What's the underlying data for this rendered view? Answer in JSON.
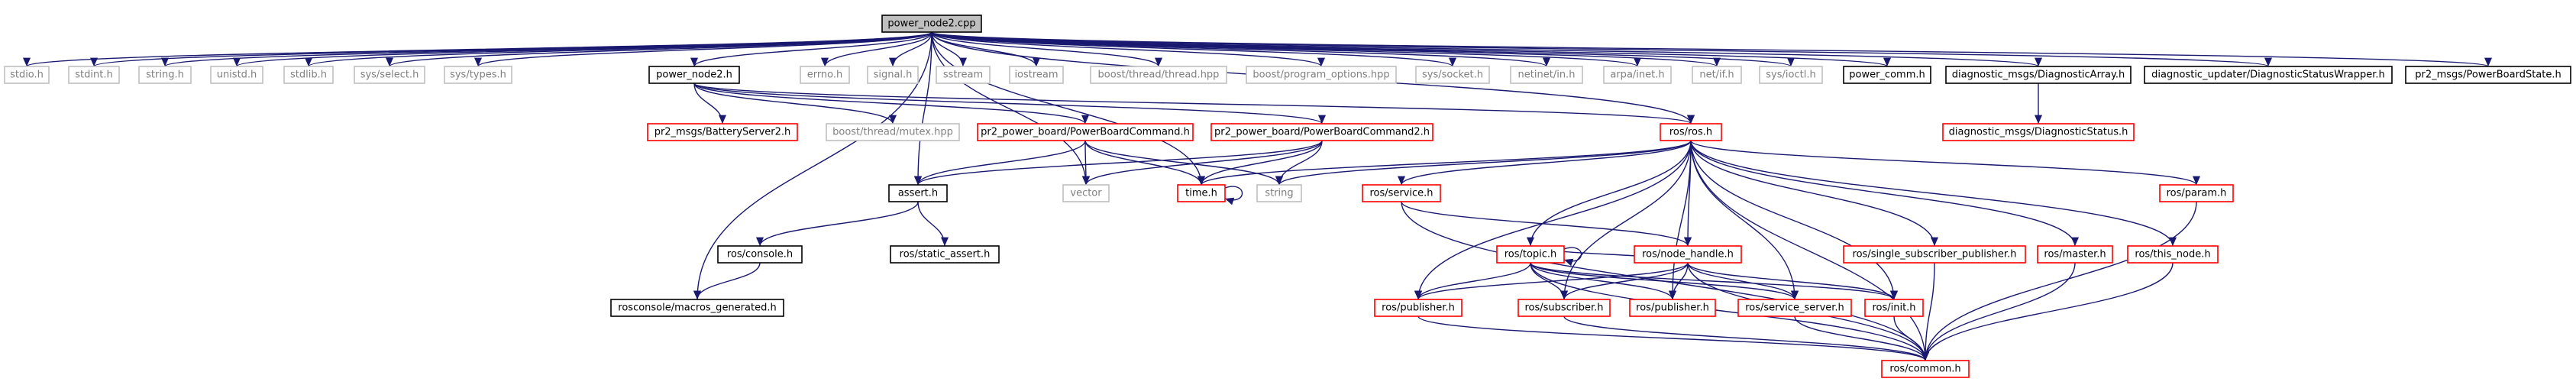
{
  "colors": {
    "edge": "#191970",
    "arrow": "#191970",
    "border_internal": "#000000",
    "border_external": "#bfbfbf",
    "border_docref": "#ff0000",
    "text_internal": "#000000",
    "text_external": "#808080",
    "fill_root": "#bfbfbf",
    "fill_default": "#ffffff"
  },
  "nodes": {
    "root": {
      "label": "power_node2.cpp",
      "kind": "root"
    },
    "stdio_h": {
      "label": "stdio.h",
      "kind": "external"
    },
    "stdint_h": {
      "label": "stdint.h",
      "kind": "external"
    },
    "string_h": {
      "label": "string.h",
      "kind": "external"
    },
    "unistd_h": {
      "label": "unistd.h",
      "kind": "external"
    },
    "stdlib_h": {
      "label": "stdlib.h",
      "kind": "external"
    },
    "sys_select_h": {
      "label": "sys/select.h",
      "kind": "external"
    },
    "sys_types_h": {
      "label": "sys/types.h",
      "kind": "external"
    },
    "power_node2_h": {
      "label": "power_node2.h",
      "kind": "internal"
    },
    "errno_h": {
      "label": "errno.h",
      "kind": "external"
    },
    "signal_h": {
      "label": "signal.h",
      "kind": "external"
    },
    "sstream": {
      "label": "sstream",
      "kind": "external"
    },
    "iostream": {
      "label": "iostream",
      "kind": "external"
    },
    "boost_thread_hpp": {
      "label": "boost/thread/thread.hpp",
      "kind": "external"
    },
    "boost_po_hpp": {
      "label": "boost/program_options.hpp",
      "kind": "external"
    },
    "sys_socket_h": {
      "label": "sys/socket.h",
      "kind": "external"
    },
    "netinet_in_h": {
      "label": "netinet/in.h",
      "kind": "external"
    },
    "arpa_inet_h": {
      "label": "arpa/inet.h",
      "kind": "external"
    },
    "net_if_h": {
      "label": "net/if.h",
      "kind": "external"
    },
    "sys_ioctl_h": {
      "label": "sys/ioctl.h",
      "kind": "external"
    },
    "power_comm_h": {
      "label": "power_comm.h",
      "kind": "internal"
    },
    "diag_array_h": {
      "label": "diagnostic_msgs/DiagnosticArray.h",
      "kind": "internal"
    },
    "diag_updater_h": {
      "label": "diagnostic_updater/DiagnosticStatusWrapper.h",
      "kind": "internal"
    },
    "pr2_pbs_h": {
      "label": "pr2_msgs/PowerBoardState.h",
      "kind": "internal"
    },
    "battery_server2_h": {
      "label": "pr2_msgs/BatteryServer2.h",
      "kind": "docref"
    },
    "boost_mutex_hpp": {
      "label": "boost/thread/mutex.hpp",
      "kind": "external"
    },
    "pbc_h": {
      "label": "pr2_power_board/PowerBoardCommand.h",
      "kind": "docref"
    },
    "pbc2_h": {
      "label": "pr2_power_board/PowerBoardCommand2.h",
      "kind": "docref"
    },
    "ros_h": {
      "label": "ros/ros.h",
      "kind": "docref"
    },
    "diag_status_h": {
      "label": "diagnostic_msgs/DiagnosticStatus.h",
      "kind": "docref"
    },
    "assert_h": {
      "label": "assert.h",
      "kind": "internal"
    },
    "vector": {
      "label": "vector",
      "kind": "external"
    },
    "time_h": {
      "label": "time.h",
      "kind": "docref"
    },
    "string": {
      "label": "string",
      "kind": "external"
    },
    "ros_service_h": {
      "label": "ros/service.h",
      "kind": "docref"
    },
    "ros_param_h": {
      "label": "ros/param.h",
      "kind": "docref"
    },
    "ros_console_h": {
      "label": "ros/console.h",
      "kind": "internal"
    },
    "ros_static_assert_h": {
      "label": "ros/static_assert.h",
      "kind": "internal"
    },
    "ros_topic_h": {
      "label": "ros/topic.h",
      "kind": "docref"
    },
    "ros_node_handle_h": {
      "label": "ros/node_handle.h",
      "kind": "docref"
    },
    "ros_ssp_h": {
      "label": "ros/single_subscriber_publisher.h",
      "kind": "docref"
    },
    "ros_master_h": {
      "label": "ros/master.h",
      "kind": "docref"
    },
    "ros_this_node_h": {
      "label": "ros/this_node.h",
      "kind": "docref"
    },
    "rosconsole_macros_h": {
      "label": "rosconsole/macros_generated.h",
      "kind": "internal"
    },
    "ros_publisher_h_a": {
      "label": "ros/publisher.h",
      "kind": "docref"
    },
    "ros_subscriber_h": {
      "label": "ros/subscriber.h",
      "kind": "docref"
    },
    "ros_publisher_h_b": {
      "label": "ros/publisher.h",
      "kind": "docref"
    },
    "ros_service_server_h": {
      "label": "ros/service_server.h",
      "kind": "docref"
    },
    "ros_init_h": {
      "label": "ros/init.h",
      "kind": "docref"
    },
    "ros_common_h": {
      "label": "ros/common.h",
      "kind": "docref"
    }
  },
  "edges": [
    [
      "root",
      "stdio_h"
    ],
    [
      "root",
      "stdint_h"
    ],
    [
      "root",
      "string_h"
    ],
    [
      "root",
      "unistd_h"
    ],
    [
      "root",
      "stdlib_h"
    ],
    [
      "root",
      "sys_select_h"
    ],
    [
      "root",
      "sys_types_h"
    ],
    [
      "root",
      "power_node2_h"
    ],
    [
      "root",
      "errno_h"
    ],
    [
      "root",
      "signal_h"
    ],
    [
      "root",
      "sstream"
    ],
    [
      "root",
      "iostream"
    ],
    [
      "root",
      "boost_thread_hpp"
    ],
    [
      "root",
      "boost_po_hpp"
    ],
    [
      "root",
      "sys_socket_h"
    ],
    [
      "root",
      "netinet_in_h"
    ],
    [
      "root",
      "arpa_inet_h"
    ],
    [
      "root",
      "net_if_h"
    ],
    [
      "root",
      "sys_ioctl_h"
    ],
    [
      "root",
      "power_comm_h"
    ],
    [
      "root",
      "diag_array_h"
    ],
    [
      "root",
      "diag_updater_h"
    ],
    [
      "root",
      "pr2_pbs_h"
    ],
    [
      "root",
      "ros_h"
    ],
    [
      "root",
      "assert_h"
    ],
    [
      "root",
      "vector"
    ],
    [
      "root",
      "rosconsole_macros_h"
    ],
    [
      "root",
      "time_h"
    ],
    [
      "power_node2_h",
      "battery_server2_h"
    ],
    [
      "power_node2_h",
      "boost_mutex_hpp"
    ],
    [
      "power_node2_h",
      "pbc_h"
    ],
    [
      "power_node2_h",
      "pbc2_h"
    ],
    [
      "power_node2_h",
      "ros_h"
    ],
    [
      "diag_array_h",
      "diag_status_h"
    ],
    [
      "pbc_h",
      "assert_h"
    ],
    [
      "pbc_h",
      "vector"
    ],
    [
      "pbc_h",
      "time_h"
    ],
    [
      "pbc_h",
      "string"
    ],
    [
      "pbc2_h",
      "assert_h"
    ],
    [
      "pbc2_h",
      "vector"
    ],
    [
      "pbc2_h",
      "time_h"
    ],
    [
      "pbc2_h",
      "string"
    ],
    [
      "ros_h",
      "time_h"
    ],
    [
      "ros_h",
      "string"
    ],
    [
      "ros_h",
      "ros_service_h"
    ],
    [
      "ros_h",
      "ros_param_h"
    ],
    [
      "ros_h",
      "ros_topic_h"
    ],
    [
      "ros_h",
      "ros_node_handle_h"
    ],
    [
      "ros_h",
      "ros_ssp_h"
    ],
    [
      "ros_h",
      "ros_master_h"
    ],
    [
      "ros_h",
      "ros_this_node_h"
    ],
    [
      "ros_h",
      "ros_publisher_h_a"
    ],
    [
      "ros_h",
      "ros_subscriber_h"
    ],
    [
      "ros_h",
      "ros_publisher_h_b"
    ],
    [
      "ros_h",
      "ros_service_server_h"
    ],
    [
      "ros_h",
      "ros_init_h"
    ],
    [
      "ros_h",
      "ros_common_h"
    ],
    [
      "time_h",
      "time_h"
    ],
    [
      "assert_h",
      "ros_console_h"
    ],
    [
      "assert_h",
      "ros_static_assert_h"
    ],
    [
      "ros_console_h",
      "rosconsole_macros_h"
    ],
    [
      "ros_service_h",
      "ros_node_handle_h"
    ],
    [
      "ros_service_h",
      "ros_common_h"
    ],
    [
      "ros_topic_h",
      "ros_topic_h"
    ],
    [
      "ros_topic_h",
      "ros_publisher_h_a"
    ],
    [
      "ros_topic_h",
      "ros_subscriber_h"
    ],
    [
      "ros_topic_h",
      "ros_publisher_h_b"
    ],
    [
      "ros_topic_h",
      "ros_service_server_h"
    ],
    [
      "ros_topic_h",
      "ros_init_h"
    ],
    [
      "ros_topic_h",
      "ros_common_h"
    ],
    [
      "ros_node_handle_h",
      "ros_topic_h"
    ],
    [
      "ros_node_handle_h",
      "ros_publisher_h_a"
    ],
    [
      "ros_node_handle_h",
      "ros_subscriber_h"
    ],
    [
      "ros_node_handle_h",
      "ros_publisher_h_b"
    ],
    [
      "ros_node_handle_h",
      "ros_service_server_h"
    ],
    [
      "ros_node_handle_h",
      "ros_init_h"
    ],
    [
      "ros_node_handle_h",
      "ros_common_h"
    ],
    [
      "ros_ssp_h",
      "ros_common_h"
    ],
    [
      "ros_master_h",
      "ros_common_h"
    ],
    [
      "ros_this_node_h",
      "ros_common_h"
    ],
    [
      "ros_param_h",
      "ros_common_h"
    ],
    [
      "ros_publisher_h_a",
      "ros_common_h"
    ],
    [
      "ros_subscriber_h",
      "ros_common_h"
    ],
    [
      "ros_service_server_h",
      "ros_common_h"
    ],
    [
      "ros_init_h",
      "ros_common_h"
    ]
  ]
}
